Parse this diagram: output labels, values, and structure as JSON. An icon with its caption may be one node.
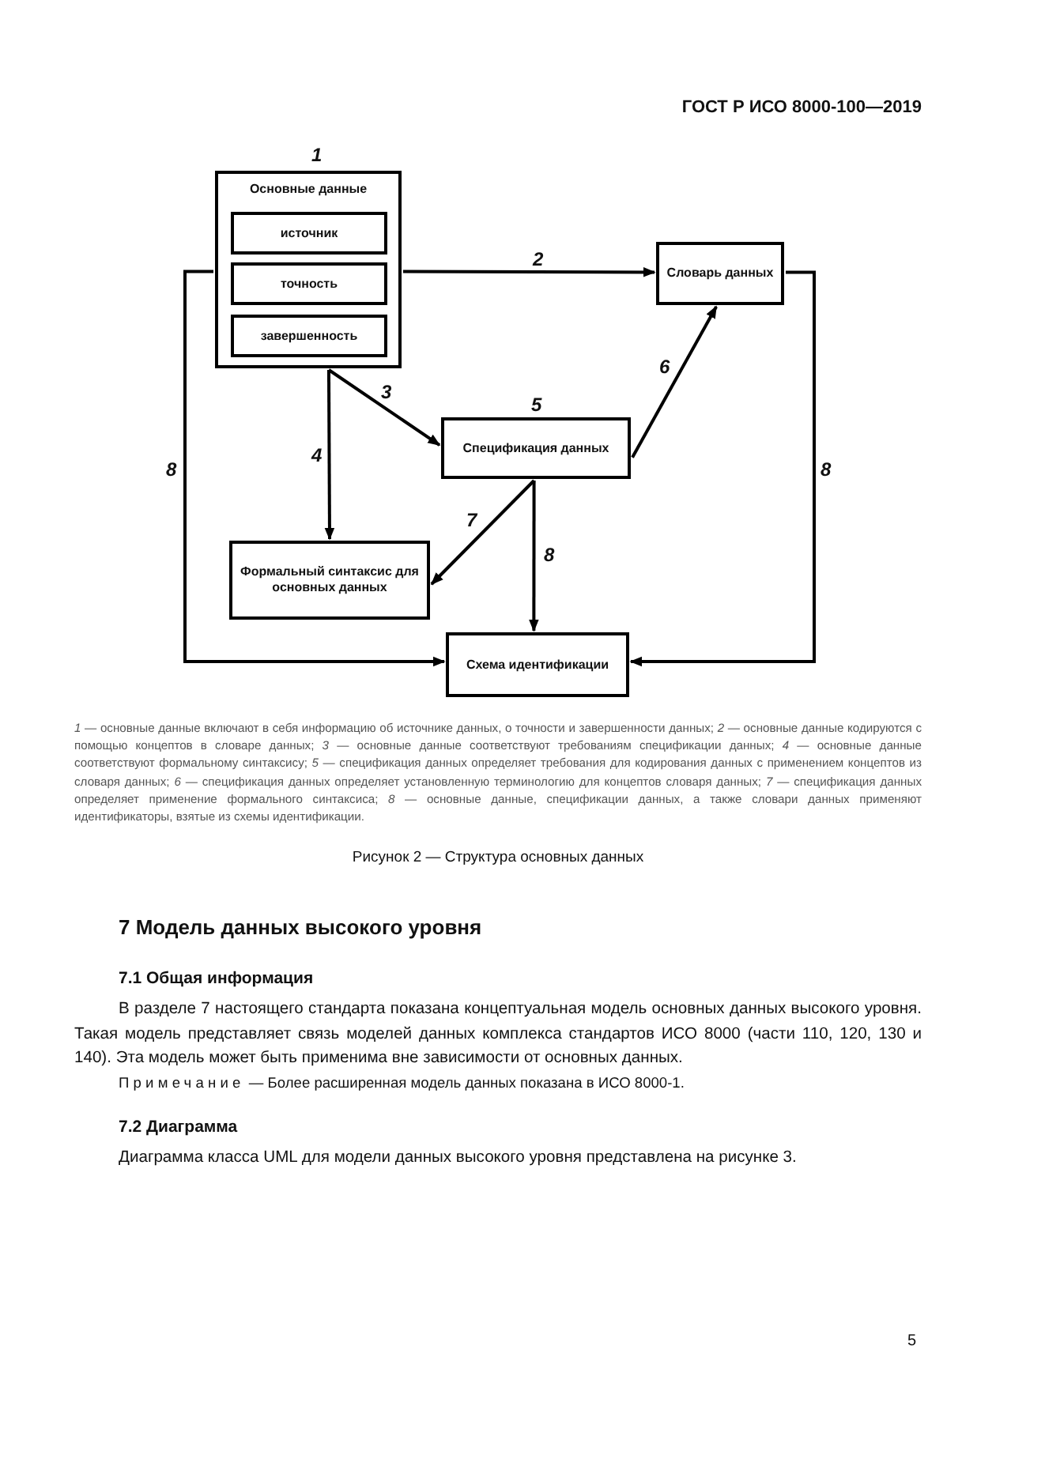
{
  "diagram": {
    "caption": "Рисунок 2 — Структура основных данных",
    "nodes": [
      {
        "text": [
          "Основные данные"
        ],
        "beside": [
          "1"
        ]
      },
      {
        "text": [
          "источник"
        ],
        "in": 0
      },
      {
        "text": [
          "точность"
        ],
        "in": 0
      },
      {
        "text": [
          "завершенность"
        ],
        "in": 0
      },
      {
        "text": [
          "Словарь данных"
        ]
      },
      {
        "text": [
          "Спецификация данных"
        ],
        "beside": [
          "5"
        ]
      },
      {
        "text": [
          "Формальный синтаксис для основных данных"
        ]
      },
      {
        "text": [
          "Схема идентификации"
        ]
      }
    ],
    "edges": [
      {
        "from": 0,
        "to": 4,
        "arrow": "to",
        "label": "2"
      },
      {
        "from": 0,
        "to": 5,
        "arrow": "to",
        "label": "3"
      },
      {
        "from": 0,
        "to": 6,
        "arrow": "to",
        "label": "4"
      },
      {
        "from": 5,
        "to": 4,
        "arrow": "to",
        "label": "6"
      },
      {
        "from": 5,
        "to": 6,
        "arrow": "to",
        "label": "7"
      },
      {
        "from": 5,
        "to": 7,
        "arrow": "to",
        "label": "8"
      },
      {
        "from": 0,
        "to": 7,
        "arrow": "to",
        "label": "8"
      },
      {
        "from": 4,
        "to": 7,
        "arrow": "to",
        "label": "8"
      }
    ],
    "labels": [
      "ГОСТ Р ИСО 8000-100—2019",
      "*1* — основные данные включают в себя информацию об источнике данных, о точности и завершенности данных; *2* — основные данные кодируются с помощью концептов в словаре данных; *3* — основные данные соответствуют требованиям спецификации данных; *4* — основные данные соответствуют формальному синтаксису; *5* — спецификация данных определяет требования для кодирования данных с применением концептов из словаря данных; *6* — спецификация данных определяет установленную терминологию для концептов словаря данных; *7* — спецификация данных определяет применение формального синтаксиса; *8* — основные данные, спецификации данных, а также словари данных применяют идентификаторы, взятые из схемы идентификации.",
      "7 Модель данных высокого уровня",
      "7.1 Общая информация",
      "В разделе 7 настоящего стандарта показана концептуальная модель основных данных высокого уровня. Такая модель представляет связь моделей данных комплекса стандартов ИСО 8000 (части 110, 120, 130 и 140). Эта модель может быть применима вне зависимости от основных данных.",
      "Примечание — Более расширенная модель данных показана в ИСО 8000-1.",
      "7.2 Диаграмма",
      "Диаграмма класса UML для модели данных высокого уровня представлена на рисунке 3.",
      "5"
    ]
  }
}
